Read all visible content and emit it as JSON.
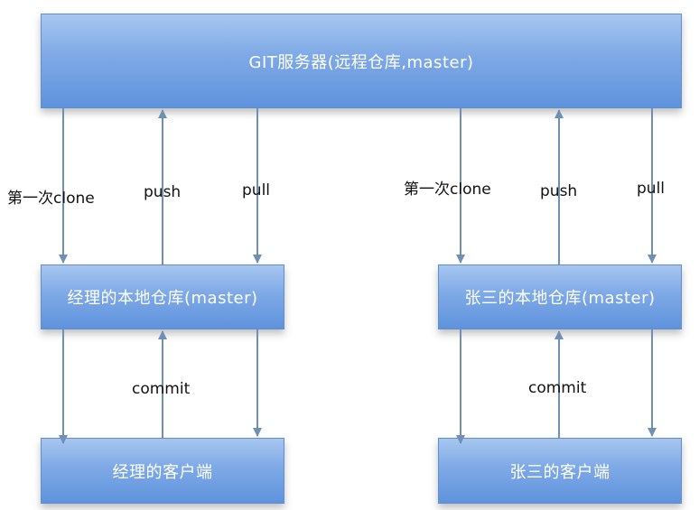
{
  "server": {
    "label": "GIT服务器(远程仓库,master)"
  },
  "manager": {
    "local_repo": "经理的本地仓库(master)",
    "client": "经理的客户端",
    "clone_label": "第一次clone",
    "push_label": "push",
    "pull_label": "pull",
    "commit_label": "commit"
  },
  "zhangsan": {
    "local_repo": "张三的本地仓库(master)",
    "client": "张三的客户端",
    "clone_label": "第一次clone",
    "push_label": "push",
    "pull_label": "pull",
    "commit_label": "commit"
  },
  "colors": {
    "box_top": "#a7c6f0",
    "box_bottom": "#5f93dd",
    "arrow": "#6f8fb5"
  }
}
